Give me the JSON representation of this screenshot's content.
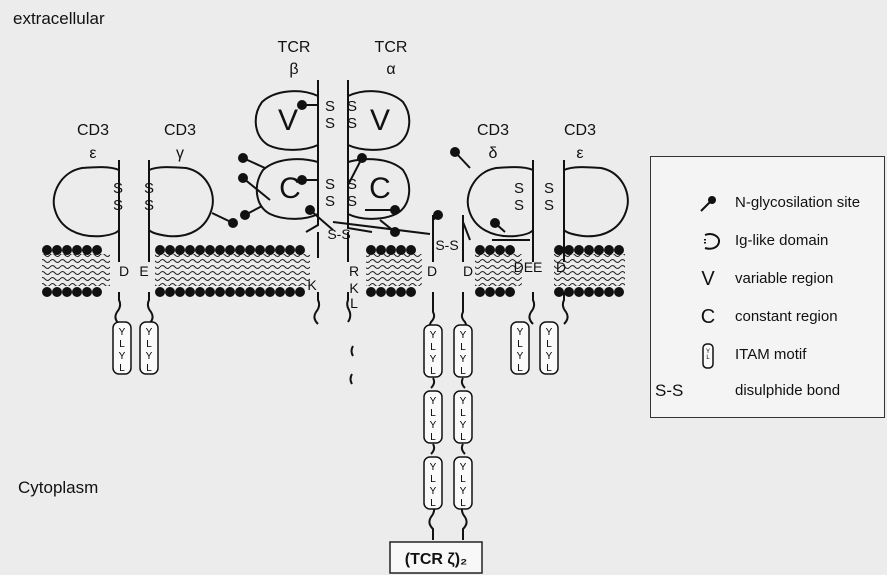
{
  "regions": {
    "extracellular": "extracellular",
    "cytoplasm": "Cytoplasm"
  },
  "chains": {
    "cd3_epsilon_left": {
      "line1": "CD3",
      "line2": "ε"
    },
    "cd3_gamma": {
      "line1": "CD3",
      "line2": "γ"
    },
    "tcr_beta": {
      "line1": "TCR",
      "line2": "β"
    },
    "tcr_alpha": {
      "line1": "TCR",
      "line2": "α"
    },
    "cd3_delta": {
      "line1": "CD3",
      "line2": "δ"
    },
    "cd3_epsilon_right": {
      "line1": "CD3",
      "line2": "ε"
    }
  },
  "domains": {
    "variable": "V",
    "constant": "C",
    "disulphide_s": "S",
    "ss_bond": "S-S"
  },
  "itam": {
    "y": "Y",
    "l": "L"
  },
  "residues": {
    "d": "D",
    "e": "E",
    "k": "K",
    "r": "R",
    "dee": "DEE",
    "l": "L"
  },
  "tcr_zeta": "(TCR ζ)₂",
  "legend": {
    "items": [
      {
        "symbol": "glycosylation-site",
        "label": "N-glycosilation site"
      },
      {
        "symbol": "ig-like-domain",
        "label": "Ig-like domain"
      },
      {
        "symbol": "V",
        "label": "variable region"
      },
      {
        "symbol": "C",
        "label": "constant region"
      },
      {
        "symbol": "itam-motif",
        "label": "ITAM motif"
      },
      {
        "symbol": "S-S",
        "label": "disulphide bond"
      }
    ]
  }
}
